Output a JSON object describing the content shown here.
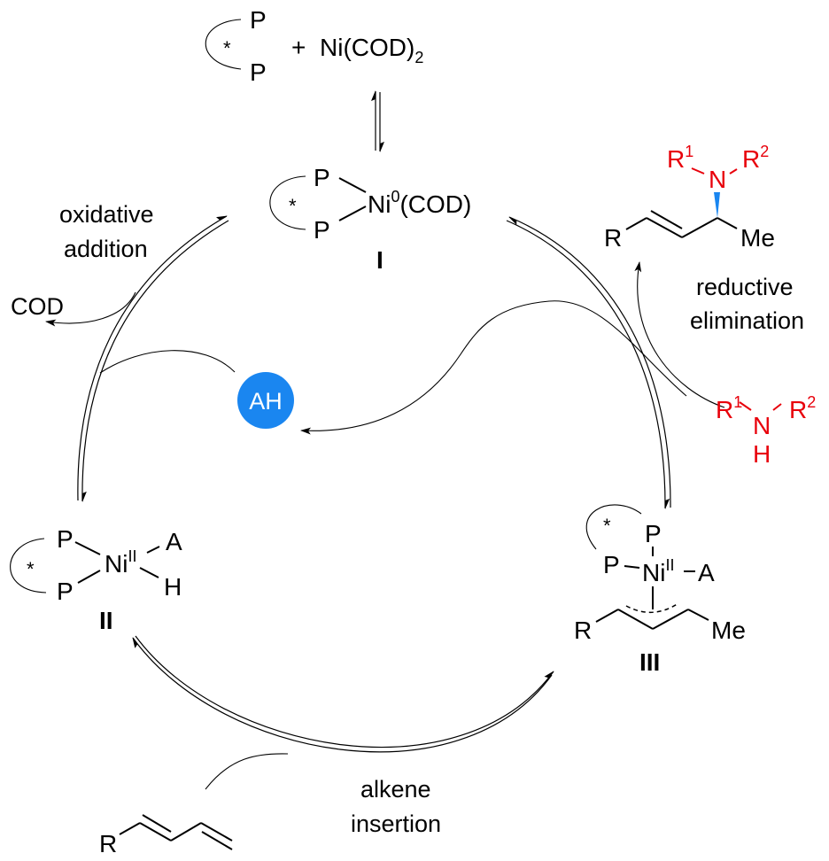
{
  "reactants_top": {
    "ligand_atoms": [
      "P",
      "P"
    ],
    "chiral_mark": "*",
    "plus": "+",
    "nickel_source": "Ni(COD)",
    "nickel_source_subscript": "2"
  },
  "complex_I": {
    "label": "I",
    "ligand_atoms": [
      "P",
      "P"
    ],
    "chiral_mark": "*",
    "metal": "Ni",
    "oxidation_state": "0",
    "ligand": "(COD)"
  },
  "complex_II": {
    "label": "II",
    "ligand_atoms": [
      "P",
      "P"
    ],
    "chiral_mark": "*",
    "metal": "Ni",
    "oxidation_state": "II",
    "substituents": [
      "A",
      "H"
    ]
  },
  "complex_III": {
    "label": "III",
    "ligand_atoms": [
      "P",
      "P"
    ],
    "chiral_mark": "*",
    "metal": "Ni",
    "oxidation_state": "II",
    "substituent": "A",
    "allyl_groups": [
      "R",
      "Me"
    ]
  },
  "product": {
    "groups": [
      "R",
      "Me"
    ],
    "amine_atoms": {
      "n": "N",
      "r1": "R",
      "r1_sup": "1",
      "r2": "R",
      "r2_sup": "2"
    },
    "color": "#e8000b",
    "wedge_color": "#1a86f0"
  },
  "amine_reagent": {
    "n": "N",
    "h": "H",
    "r1": "R",
    "r1_sup": "1",
    "r2": "R",
    "r2_sup": "2",
    "color": "#e8000b"
  },
  "diene_reagent": {
    "group": "R"
  },
  "acid": {
    "label": "AH",
    "color": "#1a86f0"
  },
  "byproduct": {
    "label": "COD"
  },
  "step_labels": {
    "oxidative_addition": [
      "oxidative",
      "addition"
    ],
    "reductive_elimination": [
      "reductive",
      "elimination"
    ],
    "alkene_insertion": [
      "alkene",
      "insertion"
    ]
  }
}
